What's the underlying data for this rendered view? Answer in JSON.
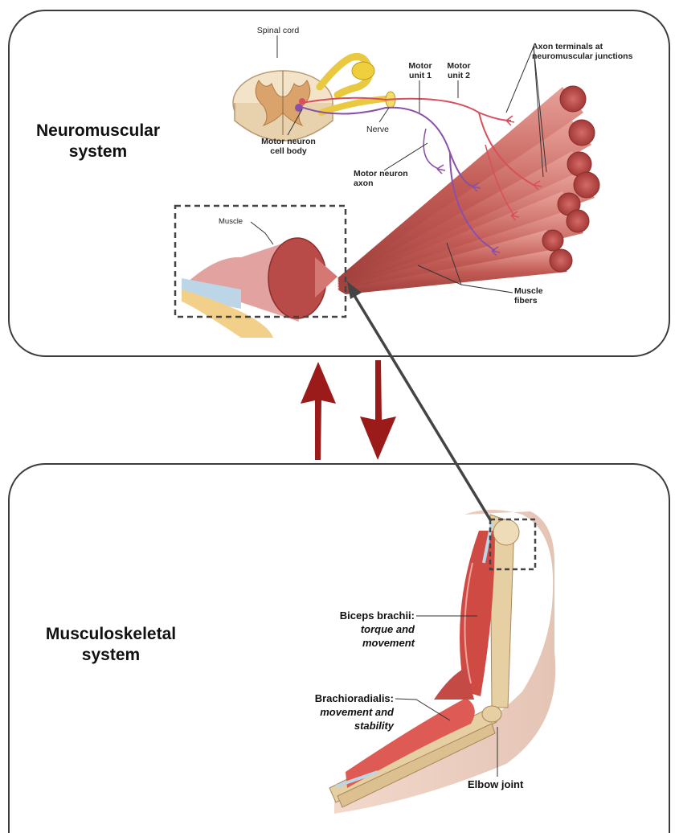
{
  "top_panel": {
    "title_line1": "Neuromuscular",
    "title_line2": "system",
    "labels": {
      "spinal_cord": "Spinal cord",
      "motor_unit_1_line1": "Motor",
      "motor_unit_1_line2": "unit 1",
      "motor_unit_2_line1": "Motor",
      "motor_unit_2_line2": "unit 2",
      "axon_terminals_line1": "Axon terminals at",
      "axon_terminals_line2": "neuromuscular junctions",
      "nerve": "Nerve",
      "motor_neuron_cell_body_line1": "Motor neuron",
      "motor_neuron_cell_body_line2": "cell body",
      "motor_neuron_axon_line1": "Motor neuron",
      "motor_neuron_axon_line2": "axon",
      "muscle": "Muscle",
      "muscle_fibers_line1": "Muscle",
      "muscle_fibers_line2": "fibers"
    }
  },
  "bottom_panel": {
    "title_line1": "Musculoskeletal",
    "title_line2": "system",
    "labels": {
      "biceps_name": "Biceps brachii:",
      "biceps_role_line1": "torque and",
      "biceps_role_line2": "movement",
      "brachio_name": "Brachioradialis:",
      "brachio_role_line1": "movement and",
      "brachio_role_line2": "stability",
      "elbow_joint": "Elbow joint"
    }
  },
  "colors": {
    "panel_border": "#3c3c3c",
    "feedback_arrows": "#9b1b1b",
    "zoom_arrow": "#444444",
    "muscle": "#c0554f",
    "motor_unit_1_nerve": "#8a4fa8",
    "motor_unit_2_nerve": "#d94f5c",
    "bone": "#e6cfa3",
    "skin": "#e3b49a"
  },
  "icons": [
    "up-arrow-icon",
    "down-arrow-icon",
    "zoom-arrow-icon"
  ]
}
